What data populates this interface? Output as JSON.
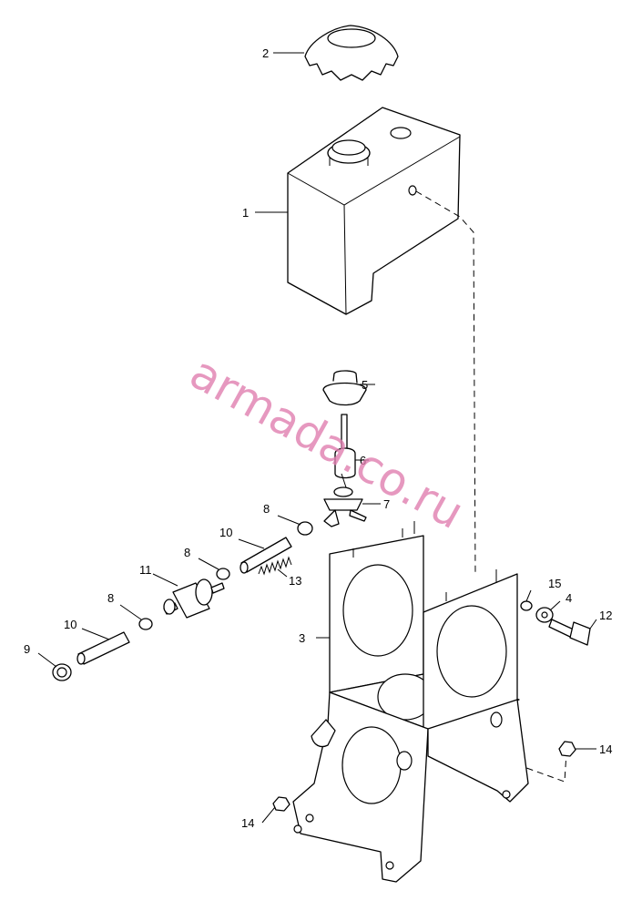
{
  "watermark": "armada.co.ru",
  "callouts": {
    "c1": "1",
    "c2": "2",
    "c3": "3",
    "c4": "4",
    "c5": "5",
    "c6": "6",
    "c7": "7",
    "c8a": "8",
    "c8b": "8",
    "c8c": "8",
    "c9": "9",
    "c10a": "10",
    "c10b": "10",
    "c11": "11",
    "c12": "12",
    "c13": "13",
    "c14a": "14",
    "c14b": "14",
    "c15": "15"
  }
}
